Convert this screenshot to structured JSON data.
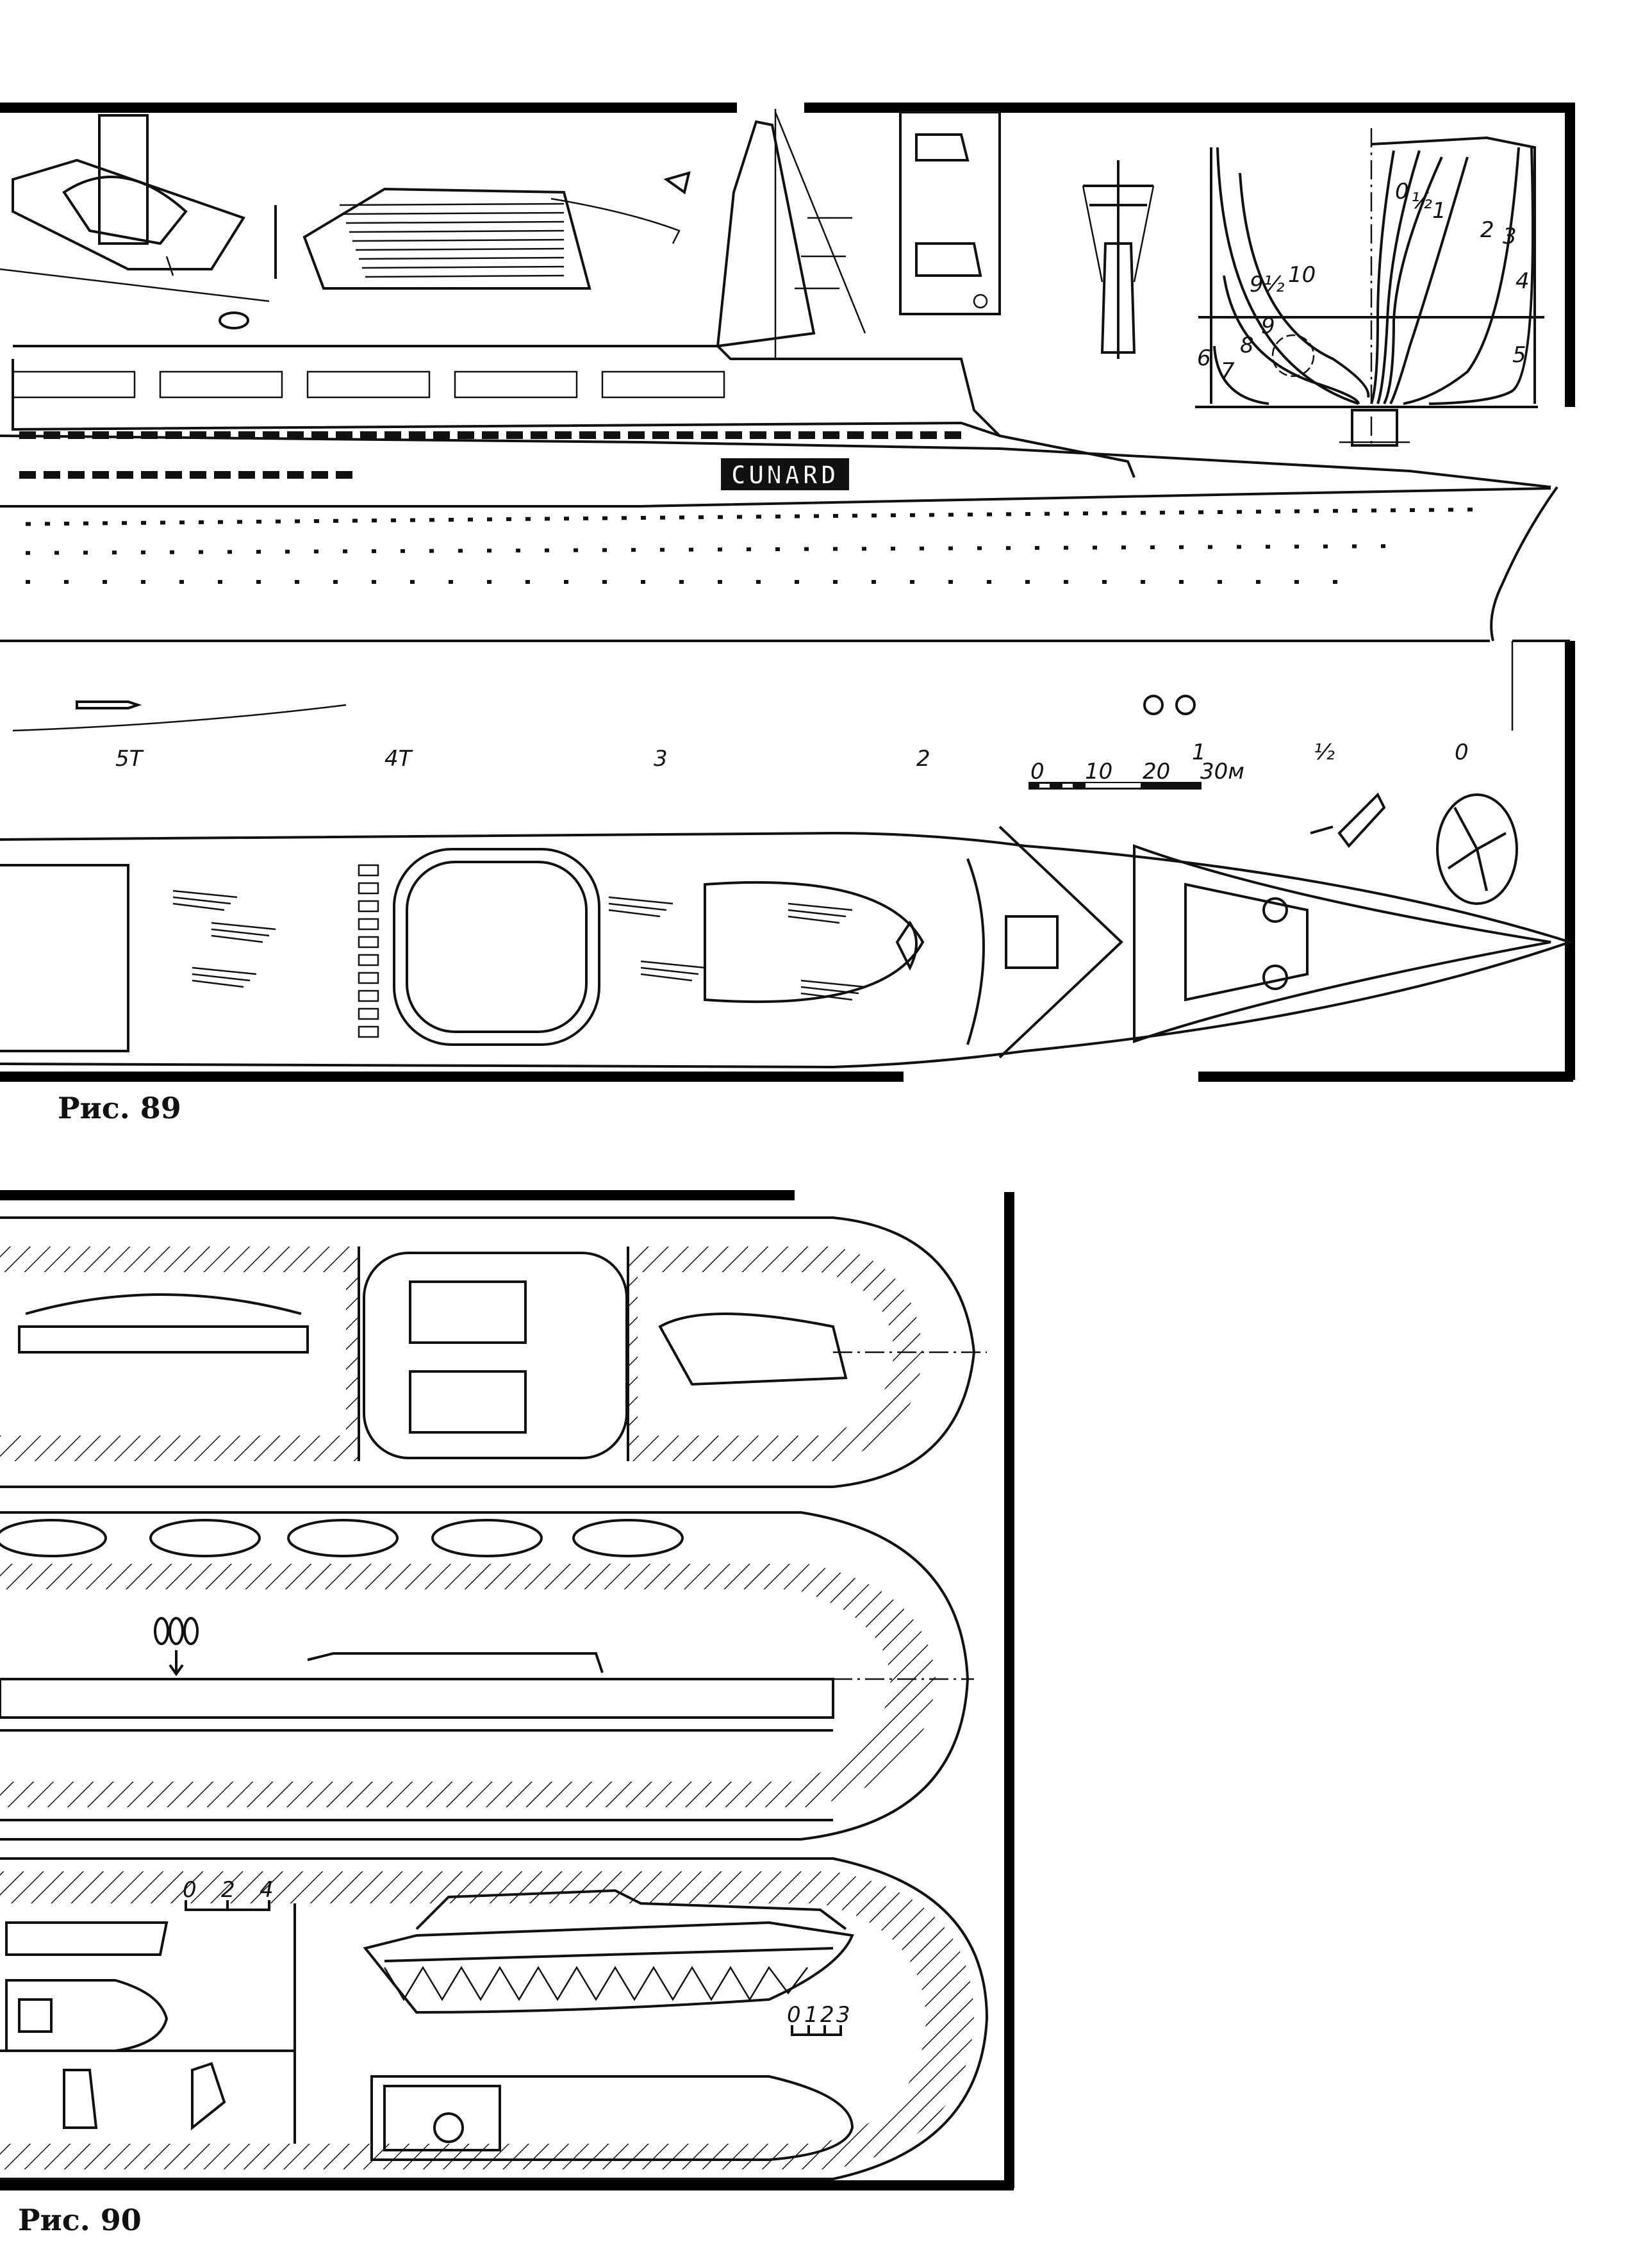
{
  "fig89": {
    "caption": "Рис. 89",
    "brand": "CUNARD",
    "stations": [
      "5T",
      "4T",
      "3",
      "2",
      "1",
      "½",
      "0"
    ],
    "scale": [
      "0",
      "10",
      "20",
      "30м"
    ],
    "body_plan_labels": [
      "0",
      "½",
      "1",
      "2",
      "3",
      "4",
      "5",
      "6",
      "7",
      "8",
      "9",
      "9½",
      "10"
    ]
  },
  "fig90": {
    "caption": "Рис. 90",
    "boat_scale_small": [
      "0",
      "2",
      "4"
    ],
    "boat_scale_large": [
      "0",
      "1",
      "2",
      "3"
    ]
  }
}
